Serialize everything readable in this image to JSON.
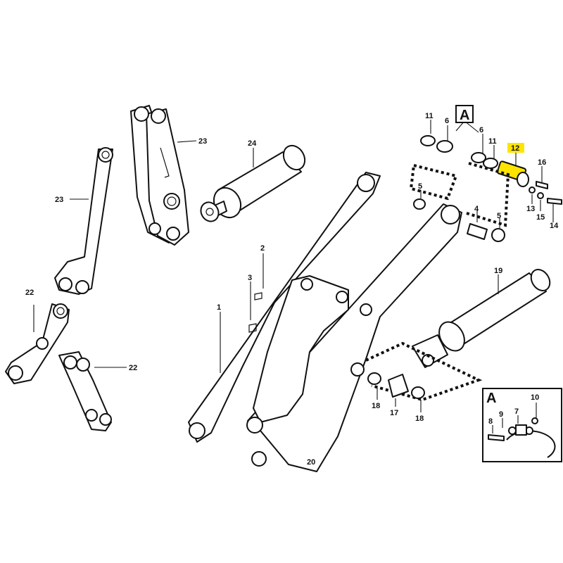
{
  "diagram": {
    "highlight_color": "#ffe400",
    "line_color": "#111111",
    "highlighted_part": "12",
    "labels": {
      "p1": "1",
      "p2": "2",
      "p3": "3",
      "p4": "4",
      "p5a": "5",
      "p5b": "5",
      "p6a": "6",
      "p6b": "6",
      "p11a": "11",
      "p11b": "11",
      "p12": "12",
      "p13": "13",
      "p14": "14",
      "p15": "15",
      "p16": "16",
      "p17": "17",
      "p18a": "18",
      "p18b": "18",
      "p19": "19",
      "p20": "20",
      "p22a": "22",
      "p22b": "22",
      "p23a": "23",
      "p23b": "23",
      "p24": "24",
      "detailA_top": "A",
      "detailA_box": "A",
      "d7": "7",
      "d8": "8",
      "d9": "9",
      "d10": "10"
    }
  }
}
